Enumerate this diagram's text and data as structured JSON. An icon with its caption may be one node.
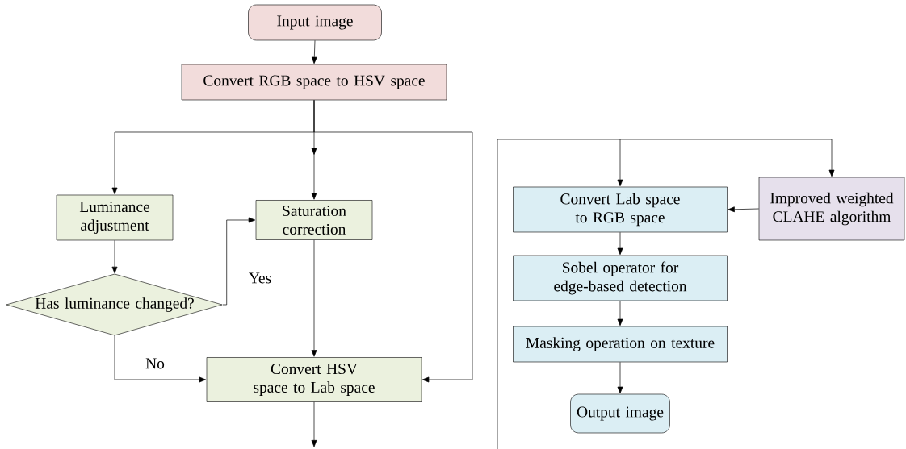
{
  "diagram": {
    "nodes": [
      {
        "text": [
          "Input image"
        ]
      },
      {
        "text": [
          "Convert RGB space to HSV space"
        ]
      },
      {
        "text": [
          "Luminance adjustment"
        ]
      },
      {
        "text": [
          "Saturation correction"
        ]
      },
      {
        "text": [
          "Has luminance changed?"
        ]
      },
      {
        "text": [
          "Convert HSV space to Lab space"
        ]
      },
      {
        "text": [
          "Convert Lab space to RGB space"
        ]
      },
      {
        "text": [
          "Improved weighted CLAHE algorithm"
        ]
      },
      {
        "text": [
          "Sobel operator for edge-based detection"
        ]
      },
      {
        "text": [
          "Masking operation on texture"
        ]
      },
      {
        "text": [
          "Output image"
        ]
      }
    ],
    "edges": [
      {
        "from": 0,
        "to": 1,
        "arrow": "to"
      },
      {
        "from": 1,
        "to": 2,
        "arrow": "to"
      },
      {
        "from": 1,
        "to": 3,
        "arrow": "to"
      },
      {
        "from": 1,
        "to": 5,
        "arrow": "to"
      },
      {
        "from": 2,
        "to": 4,
        "arrow": "to"
      },
      {
        "from": 4,
        "to": 3,
        "arrow": "to",
        "label": "Yes"
      },
      {
        "from": 4,
        "to": 5,
        "arrow": "to",
        "label": "No"
      },
      {
        "from": 3,
        "to": 5,
        "arrow": "to"
      },
      {
        "from": 5,
        "to": null,
        "arrow": "to"
      },
      {
        "from": null,
        "to": 6,
        "arrow": "to"
      },
      {
        "from": null,
        "to": 7,
        "arrow": "to"
      },
      {
        "from": 7,
        "to": 6,
        "arrow": "to"
      },
      {
        "from": 6,
        "to": 8,
        "arrow": "to"
      },
      {
        "from": 8,
        "to": 9,
        "arrow": "to"
      },
      {
        "from": 9,
        "to": 10,
        "arrow": "to"
      }
    ]
  }
}
